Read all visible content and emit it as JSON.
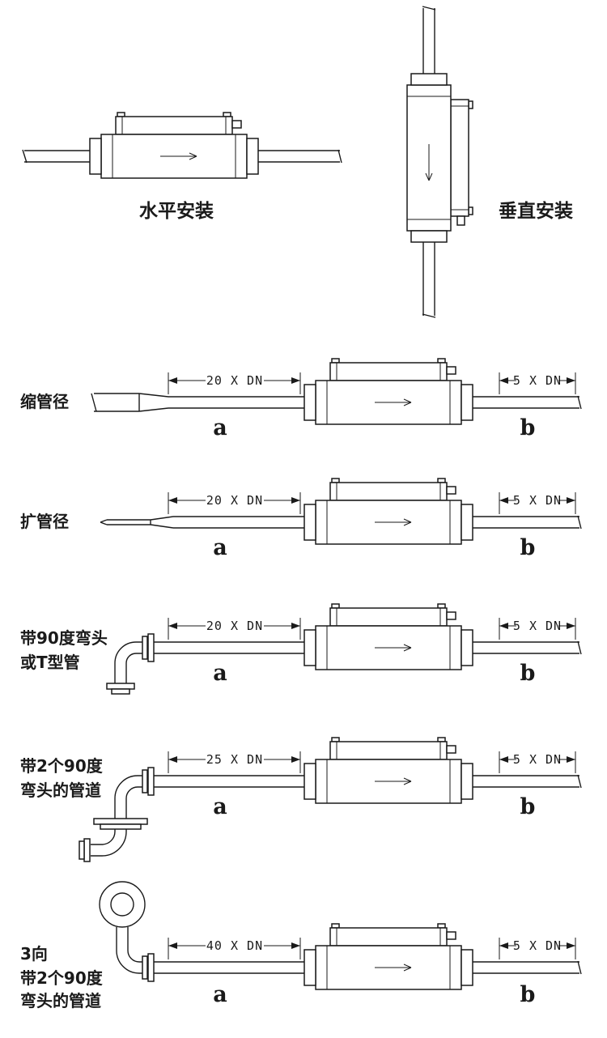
{
  "page": {
    "background_color": "#ffffff",
    "line_color": "#1a1a1a"
  },
  "top": {
    "horizontal_label": "水平安装",
    "vertical_label": "垂直安装"
  },
  "rows": [
    {
      "label_lines": [
        "缩管径"
      ],
      "dim_a": "20 X DN",
      "dim_b": "5 X DN",
      "point_a": "a",
      "point_b": "b"
    },
    {
      "label_lines": [
        "扩管径"
      ],
      "dim_a": "20 X DN",
      "dim_b": "5 X DN",
      "point_a": "a",
      "point_b": "b"
    },
    {
      "label_lines": [
        "带90度弯头",
        "或T型管"
      ],
      "dim_a": "20 X DN",
      "dim_b": "5 X DN",
      "point_a": "a",
      "point_b": "b"
    },
    {
      "label_lines": [
        "带2个90度",
        "弯头的管道"
      ],
      "dim_a": "25 X DN",
      "dim_b": "5 X DN",
      "point_a": "a",
      "point_b": "b"
    },
    {
      "label_lines": [
        "3向",
        "带2个90度",
        "弯头的管道"
      ],
      "dim_a": "40 X DN",
      "dim_b": "5 X DN",
      "point_a": "a",
      "point_b": "b"
    }
  ]
}
